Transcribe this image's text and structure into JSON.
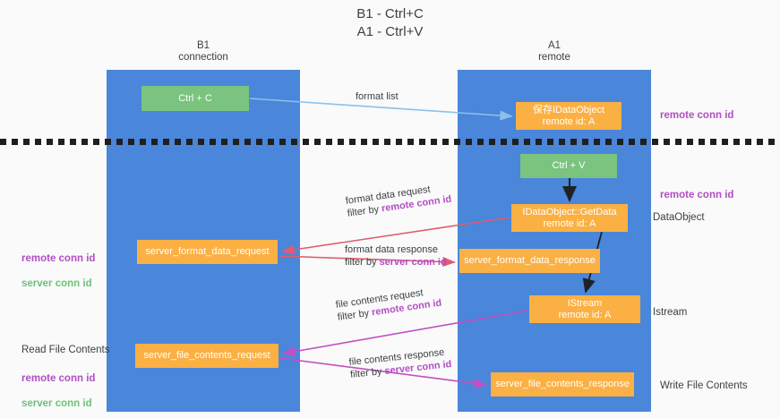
{
  "title": "B1 - Ctrl+C\nA1 - Ctrl+V",
  "lanes": [
    {
      "id": "b1",
      "header": "B1\nconnection",
      "color": "#4a86da"
    },
    {
      "id": "a1",
      "header": "A1\nremote",
      "color": "#4a86da"
    }
  ],
  "colors": {
    "lane": "#4a86da",
    "green_box": "#7ac47f",
    "orange_box": "#fbb044",
    "remote_conn_id": "#b14ec4",
    "server_conn_id": "#6cc27a",
    "arrow_format_list": "#8cc0e8",
    "arrow_format_data": "#e05c6e",
    "arrow_file_contents": "#c44ec4",
    "arrow_black": "#202124",
    "divider": "#1f1f1f",
    "background": "#fafafa"
  },
  "boxes": {
    "ctrl_c": "Ctrl + C",
    "idataobject": "保存IDataObject\nremote id: A",
    "ctrl_v": "Ctrl + V",
    "getdata": "IDataObject::GetData\nremote id: A",
    "server_format_data_request": "server_format_data_request",
    "server_format_data_response": "server_format_data_response",
    "istream": "IStream\nremote id: A",
    "server_file_contents_request": "server_file_contents_request",
    "server_file_contents_response": "server_file_contents_response"
  },
  "edge_labels": {
    "format_list": "format list",
    "format_data_request": "format data request",
    "format_data_request_filter_prefix": "filter by ",
    "format_data_request_filter_key": "remote conn id",
    "format_data_response": "format data response",
    "format_data_response_filter_prefix": "filter by ",
    "format_data_response_filter_key": "server conn id",
    "file_contents_request": "file contents request",
    "file_contents_request_filter_prefix": "filter by ",
    "file_contents_request_filter_key": "remote conn id",
    "file_contents_response": "file contents response",
    "file_contents_response_filter_prefix": "filter by ",
    "file_contents_response_filter_key": "server conn id"
  },
  "notes": {
    "remote_conn_id_top": "remote conn id",
    "remote_conn_id_mid": "remote conn id",
    "dataobject": "DataObject",
    "istream": "Istream",
    "write_file_contents": "Write File Contents",
    "read_file_contents": "Read File Contents",
    "left_remote_key": "remote conn id",
    "left_server_key": "server conn id"
  }
}
